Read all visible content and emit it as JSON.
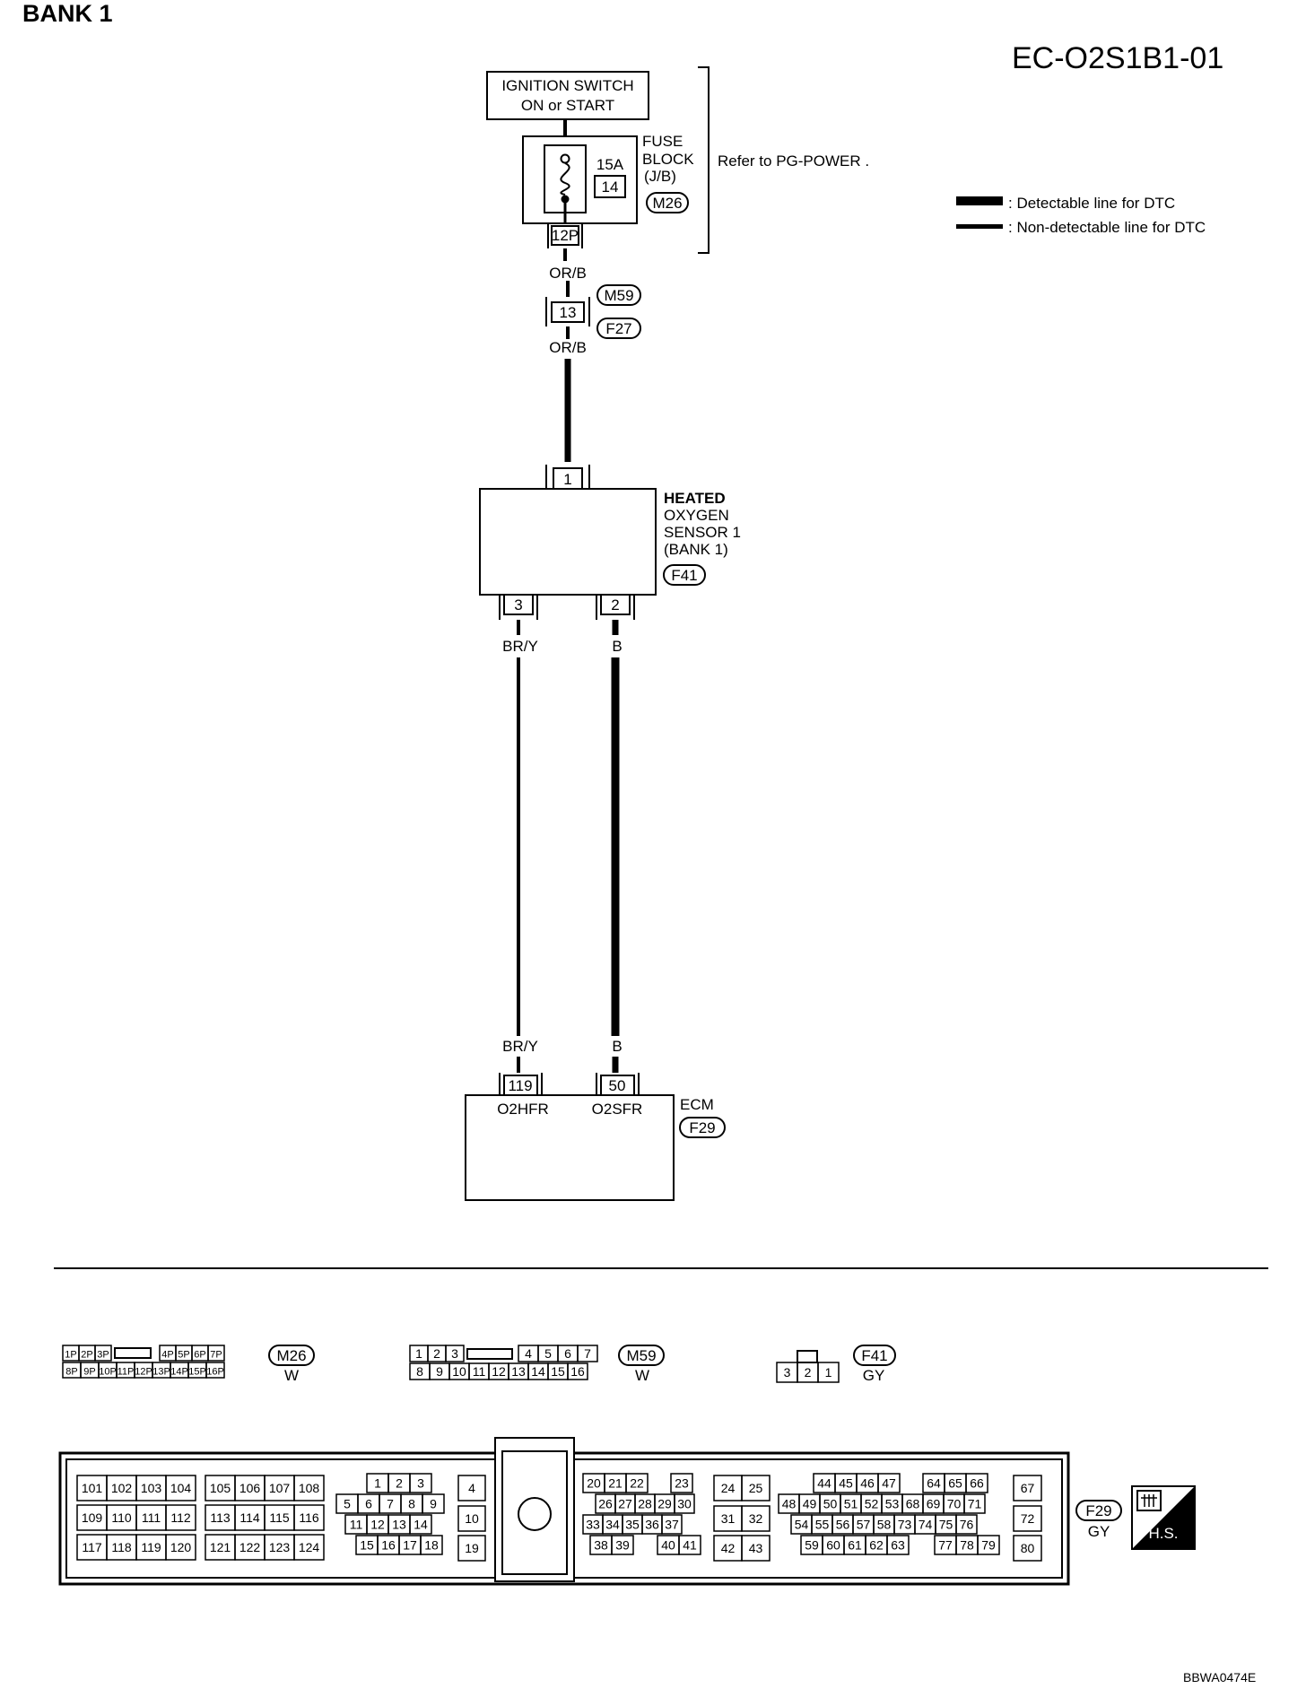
{
  "header": {
    "bank_title": "BANK 1",
    "diagram_code": "EC-O2S1B1-01"
  },
  "ignition_switch": {
    "line1": "IGNITION SWITCH",
    "line2": "ON or START"
  },
  "fuse_block": {
    "label": [
      "FUSE",
      "BLOCK",
      "(J/B)"
    ],
    "fuse_rating": "15A",
    "fuse_number": "14",
    "connector": "M26",
    "terminal": "12P"
  },
  "refer_note": "Refer to  PG-POWER .",
  "legend": {
    "detectable": ": Detectable line for DTC",
    "non_detectable": ": Non-detectable line for DTC"
  },
  "joint_connector": {
    "top": "M59",
    "bottom": "F27",
    "terminal": "13"
  },
  "wire_colors": {
    "power_top": "OR/B",
    "power_bottom": "OR/B",
    "heater": "BR/Y",
    "signal": "B"
  },
  "sensor": {
    "label": [
      "HEATED",
      "OXYGEN",
      "SENSOR 1",
      "(BANK 1)"
    ],
    "connector": "F41",
    "pin_top": "1",
    "pin_heater": "3",
    "pin_signal": "2"
  },
  "ecm": {
    "label": "ECM",
    "connector": "F29",
    "pin_heater": "119",
    "pin_signal": "50",
    "name_heater": "O2HFR",
    "name_signal": "O2SFR"
  },
  "connector_views": {
    "m26": {
      "id": "M26",
      "color": "W",
      "row1": [
        "1P",
        "2P",
        "3P",
        "4P",
        "5P",
        "6P",
        "7P"
      ],
      "row2": [
        "8P",
        "9P",
        "10P",
        "11P",
        "12P",
        "13P",
        "14P",
        "15P",
        "16P"
      ]
    },
    "m59": {
      "id": "M59",
      "color": "W",
      "row1": [
        "1",
        "2",
        "3",
        "4",
        "5",
        "6",
        "7"
      ],
      "row2": [
        "8",
        "9",
        "10",
        "11",
        "12",
        "13",
        "14",
        "15",
        "16"
      ]
    },
    "f41": {
      "id": "F41",
      "color": "GY",
      "pins": [
        "3",
        "2",
        "1"
      ]
    },
    "f29": {
      "id": "F29",
      "color": "GY",
      "hs": "H.S.",
      "g1r1": [
        "101",
        "102",
        "103",
        "104"
      ],
      "g1r2": [
        "109",
        "110",
        "111",
        "112"
      ],
      "g1r3": [
        "117",
        "118",
        "119",
        "120"
      ],
      "g2r1": [
        "105",
        "106",
        "107",
        "108"
      ],
      "g2r2": [
        "113",
        "114",
        "115",
        "116"
      ],
      "g2r3": [
        "121",
        "122",
        "123",
        "124"
      ],
      "g3r1": [
        "1",
        "2",
        "3"
      ],
      "g3r2": [
        "5",
        "6",
        "7",
        "8",
        "9"
      ],
      "g3r3": [
        "11",
        "12",
        "13",
        "14"
      ],
      "g3r4": [
        "15",
        "16",
        "17",
        "18"
      ],
      "g4": [
        "4",
        "10",
        "19"
      ],
      "g5r1": [
        "20",
        "21",
        "22",
        "23"
      ],
      "g5r2": [
        "26",
        "27",
        "28",
        "29",
        "30"
      ],
      "g5r3": [
        "33",
        "34",
        "35",
        "36",
        "37"
      ],
      "g5r4": [
        "38",
        "39",
        "40",
        "41"
      ],
      "g6": [
        "24",
        "25",
        "31",
        "32",
        "42",
        "43"
      ],
      "g7r1": [
        "44",
        "45",
        "46",
        "47",
        "64",
        "65",
        "66"
      ],
      "g7r2": [
        "48",
        "49",
        "50",
        "51",
        "52",
        "53",
        "68",
        "69",
        "70",
        "71"
      ],
      "g7r3": [
        "54",
        "55",
        "56",
        "57",
        "58",
        "73",
        "74",
        "75",
        "76"
      ],
      "g7r4": [
        "59",
        "60",
        "61",
        "62",
        "63",
        "77",
        "78",
        "79"
      ],
      "g8": [
        "67",
        "72",
        "80"
      ]
    }
  },
  "footer_code": "BBWA0474E"
}
